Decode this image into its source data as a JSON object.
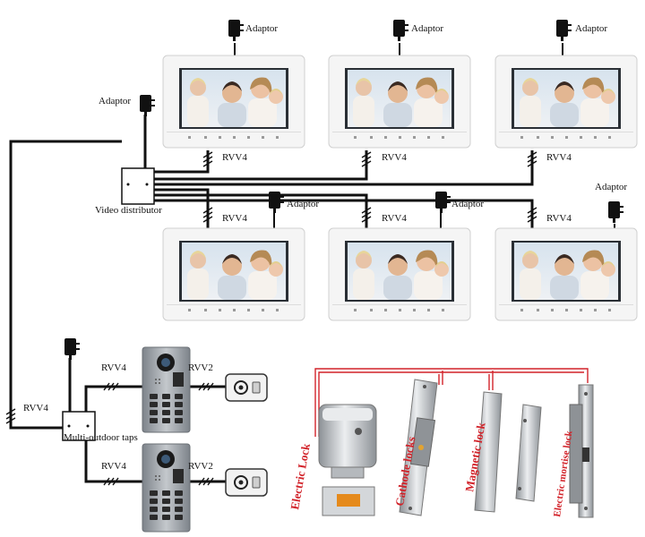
{
  "labels": {
    "adaptor": "Adaptor",
    "rvv4": "RVV4",
    "rvv2": "RVV2",
    "video_distributor": "Video distributor",
    "multi_outdoor_taps": "Multi-outdoor taps"
  },
  "locks": {
    "electric_lock": "Electric Lock",
    "cathode_locks": "Cathode locks",
    "magnetic_lock": "Magnetic lock",
    "electric_mortise_lock": "Electric mortise lock"
  },
  "colors": {
    "cable": "#111111",
    "wire_red": "#d2232a",
    "lock_label": "#d2232a",
    "monitor_frame": "#f3f3f3",
    "panel_metal": "#9aa0a6"
  },
  "icons": {
    "adaptor": "power-adaptor-icon",
    "monitor": "indoor-monitor-icon",
    "door_station": "outdoor-door-station-icon",
    "exit_button": "exit-button-icon"
  }
}
